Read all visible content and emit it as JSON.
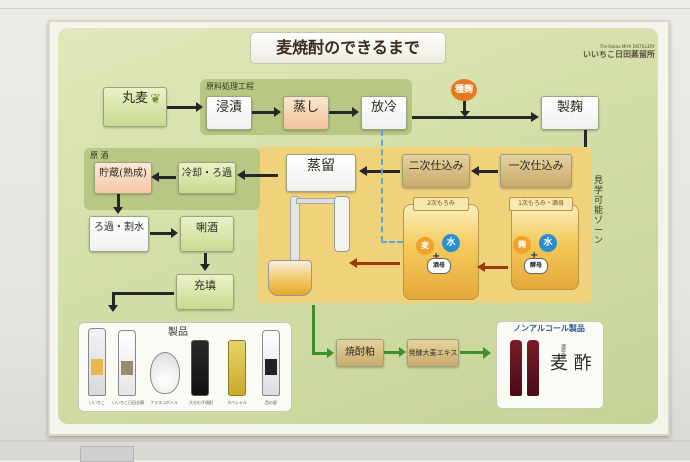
{
  "title": "麦焼酎のできるまで",
  "brand": {
    "name_en": "The Kakao MIYA DISTILLERY",
    "name_jp": "いいちこ日田蒸留所"
  },
  "raw_zone_label": "原料処理工程",
  "genshu_label": "原 酒",
  "kengaku_label": "見学可能ゾーン",
  "steps": {
    "marumugi": "丸麦",
    "shinseki": "浸漬",
    "mushi": "蒸し",
    "horei": "放冷",
    "seikiku": "製麹",
    "tanekoji": "種麹",
    "niji": "二次仕込み",
    "ichiji": "一次仕込み",
    "joryu": "蒸留",
    "chozo": "貯蔵(熟成)",
    "reikyaku": "冷却・ろ過",
    "rokawari": "ろ過・割水",
    "kikizake": "唎酒",
    "juten": "充填",
    "shochukasu": "焼酎粕",
    "hakko_extract": "発酵大麦エキス"
  },
  "tank_labels": {
    "niji_moromi": "2次もろみ",
    "ichiji_moromi": "1次もろみ・酒母"
  },
  "ingredients": {
    "mugi": "麦",
    "koji": "麹",
    "mizu": "水",
    "shubo": "酒母",
    "kobo": "酵母"
  },
  "products_label": "製品",
  "products": [
    "いいちこ",
    "いいちこ日田全麹",
    "フラスコボトル",
    "大分むぎ焼酎",
    "スペシャル",
    "西の星"
  ],
  "nonalc_label": "ノンアルコール製品",
  "vinegar": {
    "small": "濃空蔵",
    "big": "麦 酢"
  },
  "colors": {
    "board_green": "#d0dca4",
    "arrow": "#262626",
    "water_blue": "#2a8fd0",
    "badge_orange": "#e47a1f"
  }
}
